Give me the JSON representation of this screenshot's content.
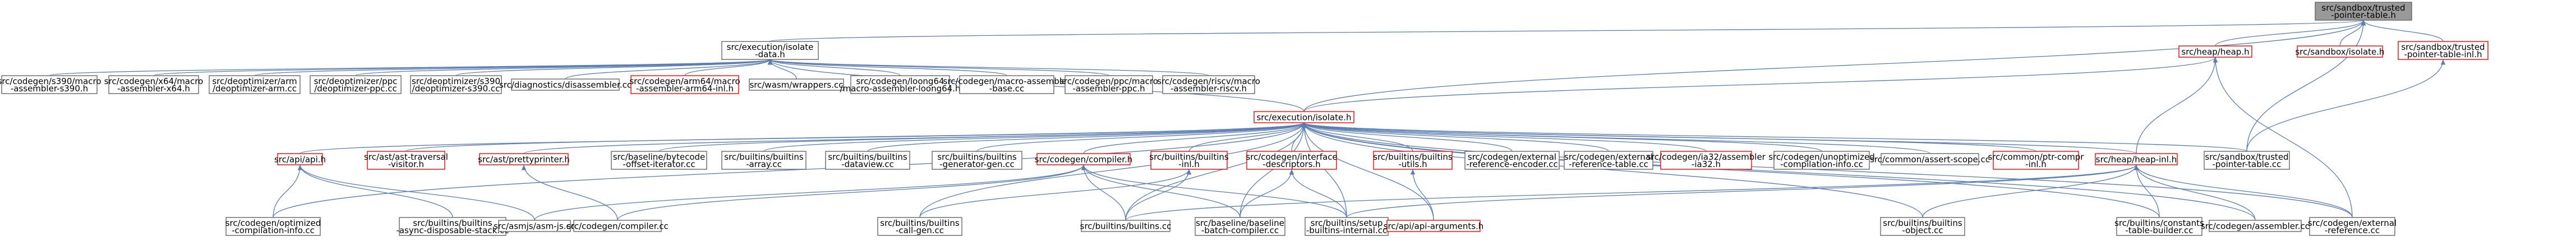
{
  "colors": {
    "root_fill": "#999999",
    "root_stroke": "#666666",
    "node_fill": "#ffffff",
    "node_stroke": "#666666",
    "red_stroke": "#ff0000",
    "edge": "#5a7db5"
  },
  "nodes": [
    {
      "id": "root",
      "lines": [
        "src/sandbox/trusted",
        "-pointer-table.h"
      ],
      "style": "root"
    },
    {
      "id": "isolate_data",
      "lines": [
        "src/execution/isolate",
        "-data.h"
      ],
      "style": "normal"
    },
    {
      "id": "heap_h",
      "lines": [
        "src/heap/heap.h"
      ],
      "style": "red"
    },
    {
      "id": "sandbox_isolate",
      "lines": [
        "src/sandbox/isolate.h"
      ],
      "style": "red"
    },
    {
      "id": "tpt_inl",
      "lines": [
        "src/sandbox/trusted",
        "-pointer-table-inl.h"
      ],
      "style": "red"
    },
    {
      "id": "s390_masm",
      "lines": [
        "src/codegen/s390/macro",
        "-assembler-s390.h"
      ],
      "style": "normal"
    },
    {
      "id": "x64_masm",
      "lines": [
        "src/codegen/x64/macro",
        "-assembler-x64.h"
      ],
      "style": "normal"
    },
    {
      "id": "deopt_arm",
      "lines": [
        "src/deoptimizer/arm",
        "/deoptimizer-arm.cc"
      ],
      "style": "normal"
    },
    {
      "id": "deopt_ppc",
      "lines": [
        "src/deoptimizer/ppc",
        "/deoptimizer-ppc.cc"
      ],
      "style": "normal"
    },
    {
      "id": "deopt_s390",
      "lines": [
        "src/deoptimizer/s390",
        "/deoptimizer-s390.cc"
      ],
      "style": "normal"
    },
    {
      "id": "disassembler",
      "lines": [
        "src/diagnostics/disassembler.cc"
      ],
      "style": "normal"
    },
    {
      "id": "arm64_masm",
      "lines": [
        "src/codegen/arm64/macro",
        "-assembler-arm64-inl.h"
      ],
      "style": "red"
    },
    {
      "id": "wasm_wrappers",
      "lines": [
        "src/wasm/wrappers.cc"
      ],
      "style": "normal"
    },
    {
      "id": "loong64_masm",
      "lines": [
        "src/codegen/loong64",
        "/macro-assembler-loong64.h"
      ],
      "style": "normal"
    },
    {
      "id": "masm_base",
      "lines": [
        "src/codegen/macro-assembler",
        "-base.cc"
      ],
      "style": "normal"
    },
    {
      "id": "ppc_masm",
      "lines": [
        "src/codegen/ppc/macro",
        "-assembler-ppc.h"
      ],
      "style": "normal"
    },
    {
      "id": "riscv_masm",
      "lines": [
        "src/codegen/riscv/macro",
        "-assembler-riscv.h"
      ],
      "style": "normal"
    },
    {
      "id": "isolate_h",
      "lines": [
        "src/execution/isolate.h"
      ],
      "style": "red"
    },
    {
      "id": "api_h",
      "lines": [
        "src/api/api.h"
      ],
      "style": "red"
    },
    {
      "id": "ast_traversal",
      "lines": [
        "src/ast/ast-traversal",
        "-visitor.h"
      ],
      "style": "red"
    },
    {
      "id": "prettyprinter",
      "lines": [
        "src/ast/prettyprinter.h"
      ],
      "style": "red"
    },
    {
      "id": "baseline_bytecode",
      "lines": [
        "src/baseline/bytecode",
        "-offset-iterator.cc"
      ],
      "style": "normal"
    },
    {
      "id": "builtins_array",
      "lines": [
        "src/builtins/builtins",
        "-array.cc"
      ],
      "style": "normal"
    },
    {
      "id": "builtins_dataview",
      "lines": [
        "src/builtins/builtins",
        "-dataview.cc"
      ],
      "style": "normal"
    },
    {
      "id": "builtins_generator",
      "lines": [
        "src/builtins/builtins",
        "-generator-gen.cc"
      ],
      "style": "normal"
    },
    {
      "id": "compiler_h",
      "lines": [
        "src/codegen/compiler.h"
      ],
      "style": "red"
    },
    {
      "id": "builtins_inl",
      "lines": [
        "src/builtins/builtins",
        "-inl.h"
      ],
      "style": "red"
    },
    {
      "id": "iface_desc",
      "lines": [
        "src/codegen/interface",
        "-descriptors.h"
      ],
      "style": "red"
    },
    {
      "id": "builtins_utils",
      "lines": [
        "src/builtins/builtins",
        "-utils.h"
      ],
      "style": "red"
    },
    {
      "id": "ext_ref_encoder",
      "lines": [
        "src/codegen/external",
        "-reference-encoder.cc"
      ],
      "style": "normal"
    },
    {
      "id": "ext_ref_table",
      "lines": [
        "src/codegen/external",
        "-reference-table.cc"
      ],
      "style": "normal"
    },
    {
      "id": "ia32_asm",
      "lines": [
        "src/codegen/ia32/assembler",
        "-ia32.h"
      ],
      "style": "red"
    },
    {
      "id": "unoptimized_comp",
      "lines": [
        "src/codegen/unoptimized",
        "-compilation-info.cc"
      ],
      "style": "normal"
    },
    {
      "id": "assert_scope",
      "lines": [
        "src/common/assert-scope.cc"
      ],
      "style": "normal"
    },
    {
      "id": "ptr_compr",
      "lines": [
        "src/common/ptr-compr",
        "-inl.h"
      ],
      "style": "red"
    },
    {
      "id": "heap_inl",
      "lines": [
        "src/heap/heap-inl.h"
      ],
      "style": "red"
    },
    {
      "id": "tpt_cc",
      "lines": [
        "src/sandbox/trusted",
        "-pointer-table.cc"
      ],
      "style": "normal"
    },
    {
      "id": "optimized_comp",
      "lines": [
        "src/codegen/optimized",
        "-compilation-info.cc"
      ],
      "style": "normal"
    },
    {
      "id": "async_disposable",
      "lines": [
        "src/builtins/builtins",
        "-async-disposable-stack.cc"
      ],
      "style": "normal"
    },
    {
      "id": "asmjs",
      "lines": [
        "src/asmjs/asm-js.cc"
      ],
      "style": "normal"
    },
    {
      "id": "compiler_cc",
      "lines": [
        "src/codegen/compiler.cc"
      ],
      "style": "normal"
    },
    {
      "id": "call_gen",
      "lines": [
        "src/builtins/builtins",
        "-call-gen.cc"
      ],
      "style": "normal"
    },
    {
      "id": "builtins_cc",
      "lines": [
        "src/builtins/builtins.cc"
      ],
      "style": "normal"
    },
    {
      "id": "baseline_batch",
      "lines": [
        "src/baseline/baseline",
        "-batch-compiler.cc"
      ],
      "style": "normal"
    },
    {
      "id": "setup_builtins",
      "lines": [
        "src/builtins/setup",
        "-builtins-internal.cc"
      ],
      "style": "normal"
    },
    {
      "id": "api_arguments",
      "lines": [
        "src/api/api-arguments.h"
      ],
      "style": "red"
    },
    {
      "id": "builtins_object",
      "lines": [
        "src/builtins/builtins",
        "-object.cc"
      ],
      "style": "normal"
    },
    {
      "id": "constants_table",
      "lines": [
        "src/builtins/constants",
        "-table-builder.cc"
      ],
      "style": "normal"
    },
    {
      "id": "assembler_cc",
      "lines": [
        "src/codegen/assembler.cc"
      ],
      "style": "normal"
    },
    {
      "id": "ext_ref_cc",
      "lines": [
        "src/codegen/external",
        "-reference.cc"
      ],
      "style": "normal"
    }
  ],
  "edges": [
    [
      "isolate_data",
      "root"
    ],
    [
      "heap_h",
      "root"
    ],
    [
      "sandbox_isolate",
      "root"
    ],
    [
      "tpt_inl",
      "root"
    ],
    [
      "isolate_h",
      "root"
    ],
    [
      "tpt_cc",
      "root"
    ],
    [
      "s390_masm",
      "isolate_data"
    ],
    [
      "x64_masm",
      "isolate_data"
    ],
    [
      "deopt_arm",
      "isolate_data"
    ],
    [
      "deopt_ppc",
      "isolate_data"
    ],
    [
      "deopt_s390",
      "isolate_data"
    ],
    [
      "disassembler",
      "isolate_data"
    ],
    [
      "arm64_masm",
      "isolate_data"
    ],
    [
      "wasm_wrappers",
      "isolate_data"
    ],
    [
      "loong64_masm",
      "isolate_data"
    ],
    [
      "masm_base",
      "isolate_data"
    ],
    [
      "ppc_masm",
      "isolate_data"
    ],
    [
      "riscv_masm",
      "isolate_data"
    ],
    [
      "isolate_h",
      "isolate_data"
    ],
    [
      "isolate_h",
      "heap_h"
    ],
    [
      "heap_inl",
      "heap_h"
    ],
    [
      "ext_ref_cc",
      "heap_h"
    ],
    [
      "tpt_cc",
      "tpt_inl"
    ],
    [
      "api_h",
      "isolate_h"
    ],
    [
      "ast_traversal",
      "isolate_h"
    ],
    [
      "prettyprinter",
      "isolate_h"
    ],
    [
      "baseline_bytecode",
      "isolate_h"
    ],
    [
      "builtins_array",
      "isolate_h"
    ],
    [
      "builtins_dataview",
      "isolate_h"
    ],
    [
      "builtins_generator",
      "isolate_h"
    ],
    [
      "compiler_h",
      "isolate_h"
    ],
    [
      "builtins_inl",
      "isolate_h"
    ],
    [
      "iface_desc",
      "isolate_h"
    ],
    [
      "builtins_utils",
      "isolate_h"
    ],
    [
      "ext_ref_encoder",
      "isolate_h"
    ],
    [
      "ext_ref_table",
      "isolate_h"
    ],
    [
      "ia32_asm",
      "isolate_h"
    ],
    [
      "unoptimized_comp",
      "isolate_h"
    ],
    [
      "assert_scope",
      "isolate_h"
    ],
    [
      "ptr_compr",
      "isolate_h"
    ],
    [
      "heap_inl",
      "isolate_h"
    ],
    [
      "optimized_comp",
      "isolate_h"
    ],
    [
      "call_gen",
      "isolate_h"
    ],
    [
      "builtins_cc",
      "isolate_h"
    ],
    [
      "baseline_batch",
      "isolate_h"
    ],
    [
      "setup_builtins",
      "isolate_h"
    ],
    [
      "api_arguments",
      "isolate_h"
    ],
    [
      "builtins_object",
      "isolate_h"
    ],
    [
      "constants_table",
      "isolate_h"
    ],
    [
      "assembler_cc",
      "isolate_h"
    ],
    [
      "ext_ref_cc",
      "isolate_h"
    ],
    [
      "tpt_cc",
      "isolate_h"
    ],
    [
      "optimized_comp",
      "api_h"
    ],
    [
      "async_disposable",
      "api_h"
    ],
    [
      "asmjs",
      "api_h"
    ],
    [
      "compiler_cc",
      "prettyprinter"
    ],
    [
      "asmjs",
      "compiler_h"
    ],
    [
      "compiler_cc",
      "compiler_h"
    ],
    [
      "baseline_batch",
      "compiler_h"
    ],
    [
      "builtins_cc",
      "compiler_h"
    ],
    [
      "setup_builtins",
      "compiler_h"
    ],
    [
      "call_gen",
      "builtins_inl"
    ],
    [
      "builtins_cc",
      "builtins_inl"
    ],
    [
      "setup_builtins",
      "iface_desc"
    ],
    [
      "baseline_batch",
      "iface_desc"
    ],
    [
      "api_arguments",
      "builtins_utils"
    ],
    [
      "builtins_object",
      "heap_inl"
    ],
    [
      "constants_table",
      "heap_inl"
    ],
    [
      "assembler_cc",
      "heap_inl"
    ],
    [
      "ext_ref_cc",
      "heap_inl"
    ],
    [
      "setup_builtins",
      "heap_inl"
    ],
    [
      "builtins_cc",
      "heap_inl"
    ]
  ]
}
